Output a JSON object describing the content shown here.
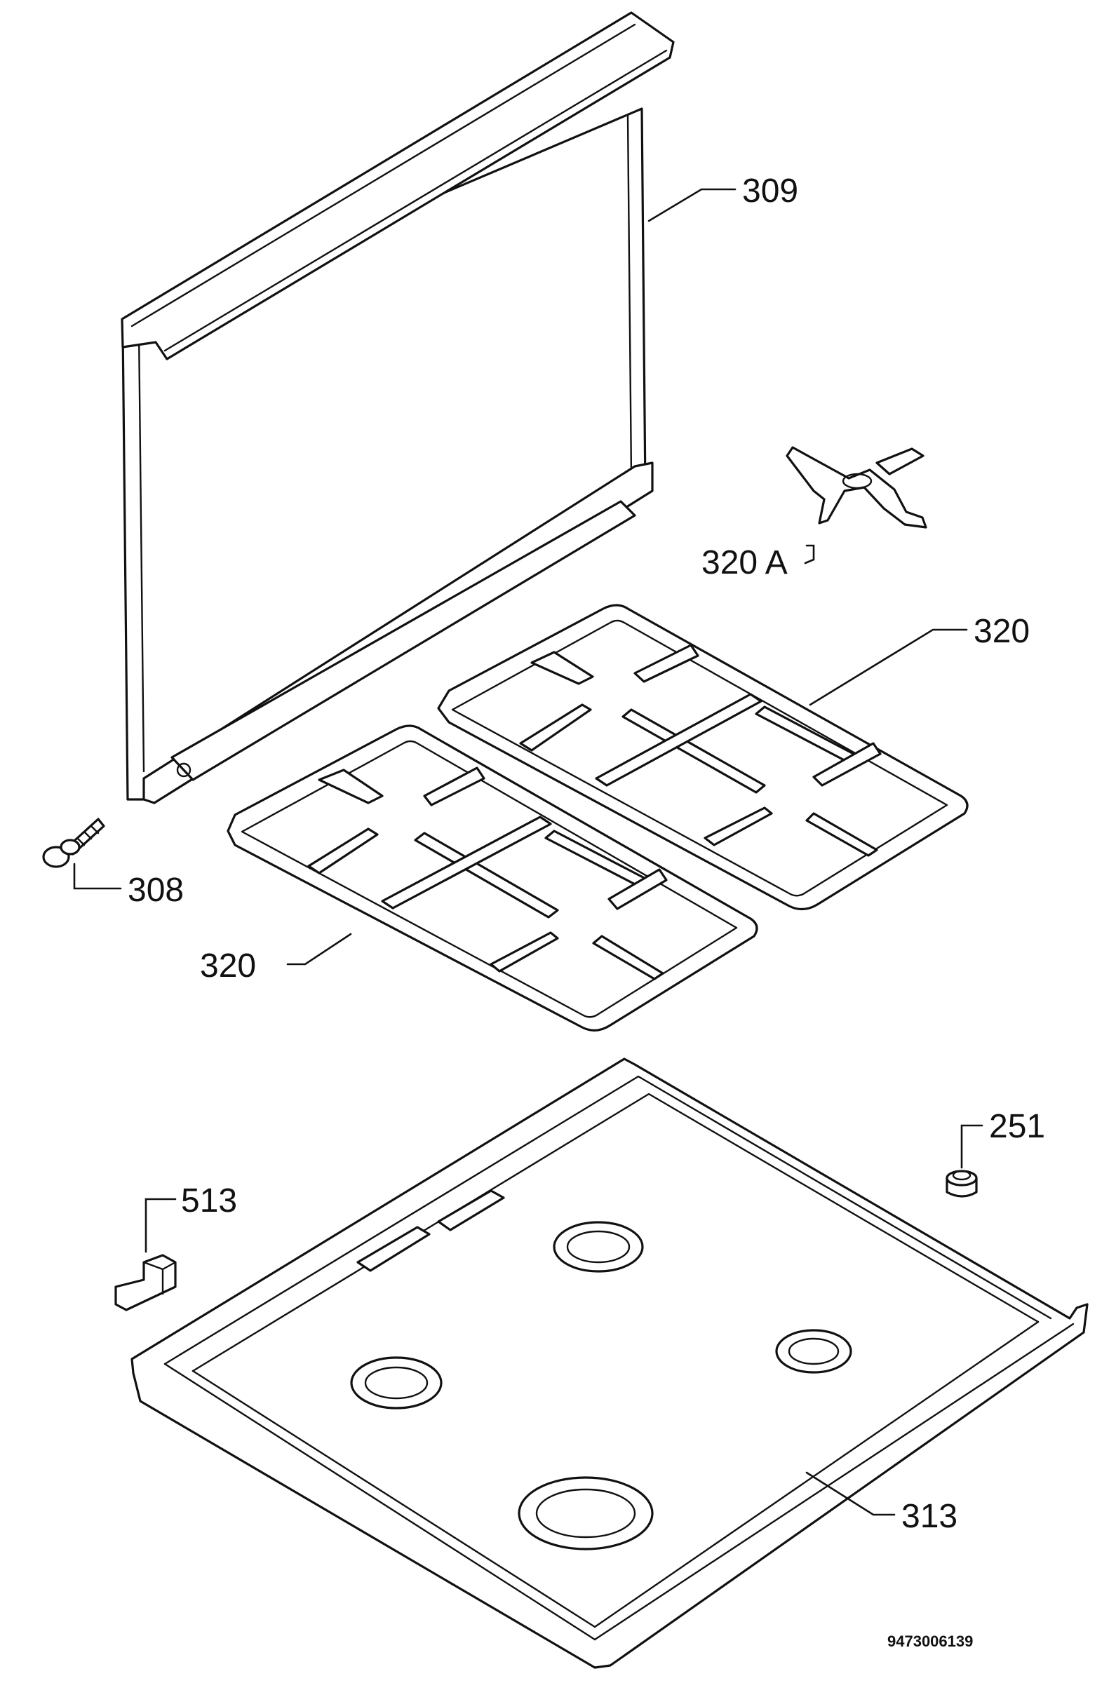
{
  "labels": {
    "p309": "309",
    "p320a": "320 A",
    "p320_upper": "320",
    "p320_lower": "320",
    "p308": "308",
    "p251": "251",
    "p513": "513",
    "p313": "313"
  },
  "drawing_code": "9473006139"
}
